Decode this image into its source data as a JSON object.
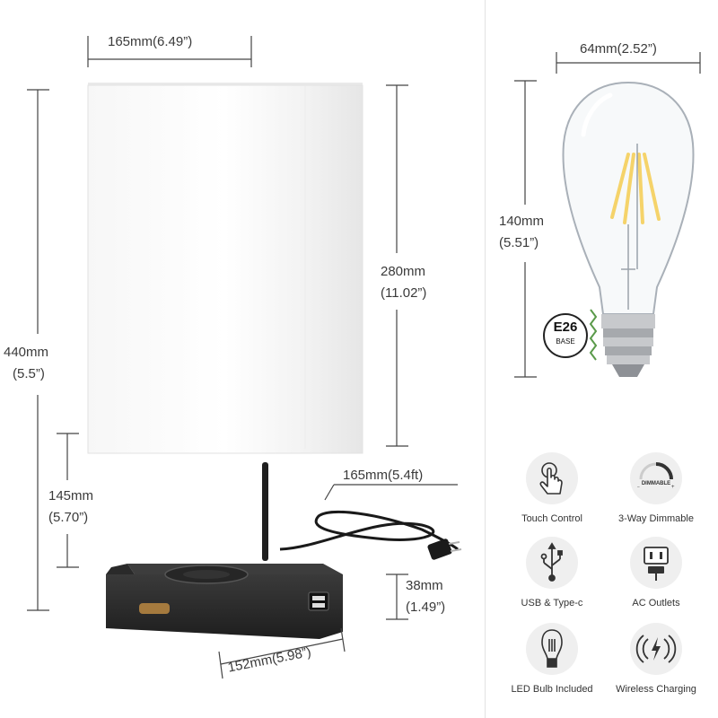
{
  "lamp": {
    "shade_width": "165mm(6.49”)",
    "total_height_mm": "440mm",
    "total_height_in": "(5.5”)",
    "shade_height_mm": "280mm",
    "shade_height_in": "(11.02”)",
    "stem_height_mm": "145mm",
    "stem_height_in": "(5.70”)",
    "cord_length": "165mm(5.4ft)",
    "base_height_mm": "38mm",
    "base_height_in": "(1.49”)",
    "base_width": "152mm(5.98”)"
  },
  "bulb": {
    "width": "64mm(2.52”)",
    "height_mm": "140mm",
    "height_in": "(5.51”)",
    "base_badge_top": "E26",
    "base_badge_bottom": "BASE"
  },
  "features": [
    {
      "icon": "touch-icon",
      "label": "Touch Control"
    },
    {
      "icon": "dimmer-icon",
      "label": "3-Way Dimmable",
      "icon_text": "DIMMABLE"
    },
    {
      "icon": "usb-icon",
      "label": "USB & Type-c"
    },
    {
      "icon": "ac-outlet-icon",
      "label": "AC Outlets"
    },
    {
      "icon": "led-bulb-icon",
      "label": "LED Bulb Included"
    },
    {
      "icon": "wireless-charging-icon",
      "label": "Wireless Charging"
    }
  ],
  "colors": {
    "shade": "#fafafa",
    "base": "#2b2b2b",
    "filament": "#f5d36a",
    "accent_green": "#5a9a4a"
  }
}
